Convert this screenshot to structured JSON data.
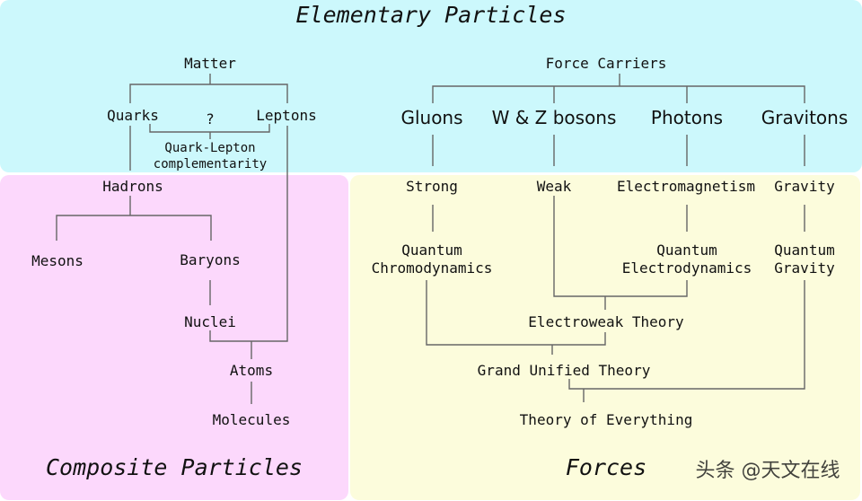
{
  "regions": {
    "elementary": {
      "title": "Elementary Particles",
      "color": "#ccf8fc"
    },
    "composite": {
      "title": "Composite Particles",
      "color": "#fcd8fc"
    },
    "forces": {
      "title": "Forces",
      "color": "#fcfcdc"
    }
  },
  "matter": {
    "root": "Matter",
    "quarks": "Quarks",
    "leptons": "Leptons",
    "question": "?",
    "qlc_line1": "Quark-Lepton",
    "qlc_line2": "complementarity",
    "hadrons": "Hadrons",
    "mesons": "Mesons",
    "baryons": "Baryons",
    "nuclei": "Nuclei",
    "atoms": "Atoms",
    "molecules": "Molecules"
  },
  "forces": {
    "root": "Force Carriers",
    "carriers": [
      "Gluons",
      "W & Z bosons",
      "Photons",
      "Gravitons"
    ],
    "interactions": [
      "Strong",
      "Weak",
      "Electromagnetism",
      "Gravity"
    ],
    "qcd": [
      "Quantum",
      "Chromodynamics"
    ],
    "qed": [
      "Quantum",
      "Electrodynamics"
    ],
    "qg": [
      "Quantum",
      "Gravity"
    ],
    "electroweak": "Electroweak Theory",
    "gut": "Grand Unified Theory",
    "toe": "Theory of Everything"
  },
  "watermark": "头条 @天文在线"
}
